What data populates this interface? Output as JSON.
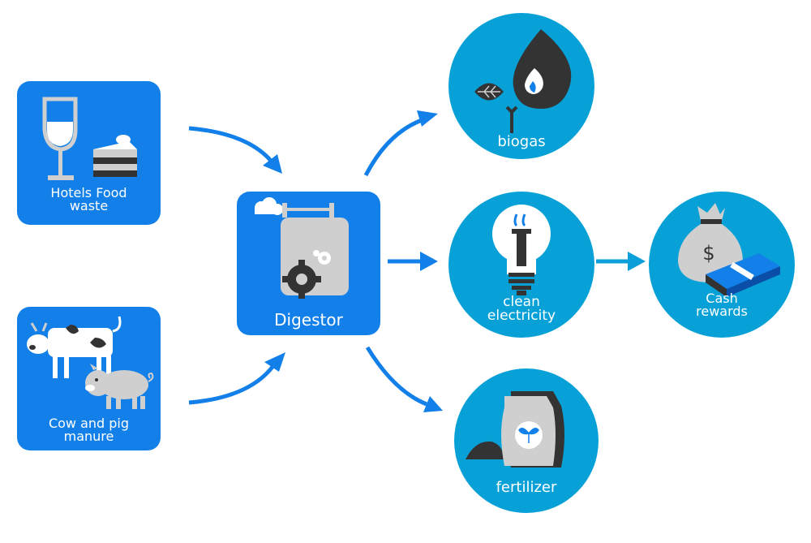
{
  "colors": {
    "box_blue": "#1380ea",
    "circle_blue": "#07a1d8",
    "arrow_blue": "#1380ea",
    "arrow_cyan": "#0a9fd8",
    "dark": "#333333",
    "light_gray": "#cfcfcf",
    "white": "#ffffff"
  },
  "inputs": [
    {
      "label_line1": "Hotels Food",
      "label_line2": "waste",
      "icons": [
        "wine-glass-icon",
        "cake-slice-icon"
      ]
    },
    {
      "label_line1": "Cow and pig",
      "label_line2": "manure",
      "icons": [
        "cow-icon",
        "pig-icon"
      ]
    }
  ],
  "process": {
    "label": "Digestor",
    "icons": [
      "digester-tank-icon",
      "gear-icon"
    ]
  },
  "outputs": [
    {
      "label_line1": "biogas",
      "label_line2": "",
      "icons": [
        "leaf-icon",
        "flame-icon"
      ]
    },
    {
      "label_line1": "clean",
      "label_line2": "electricity",
      "icons": [
        "light-bulb-icon"
      ]
    },
    {
      "label_line1": "fertilizer",
      "label_line2": "",
      "icons": [
        "fertilizer-bag-icon"
      ]
    }
  ],
  "reward": {
    "label_line1": "Cash",
    "label_line2": "rewards",
    "icons": [
      "money-bag-icon",
      "cash-stack-icon"
    ],
    "symbol": "$"
  }
}
